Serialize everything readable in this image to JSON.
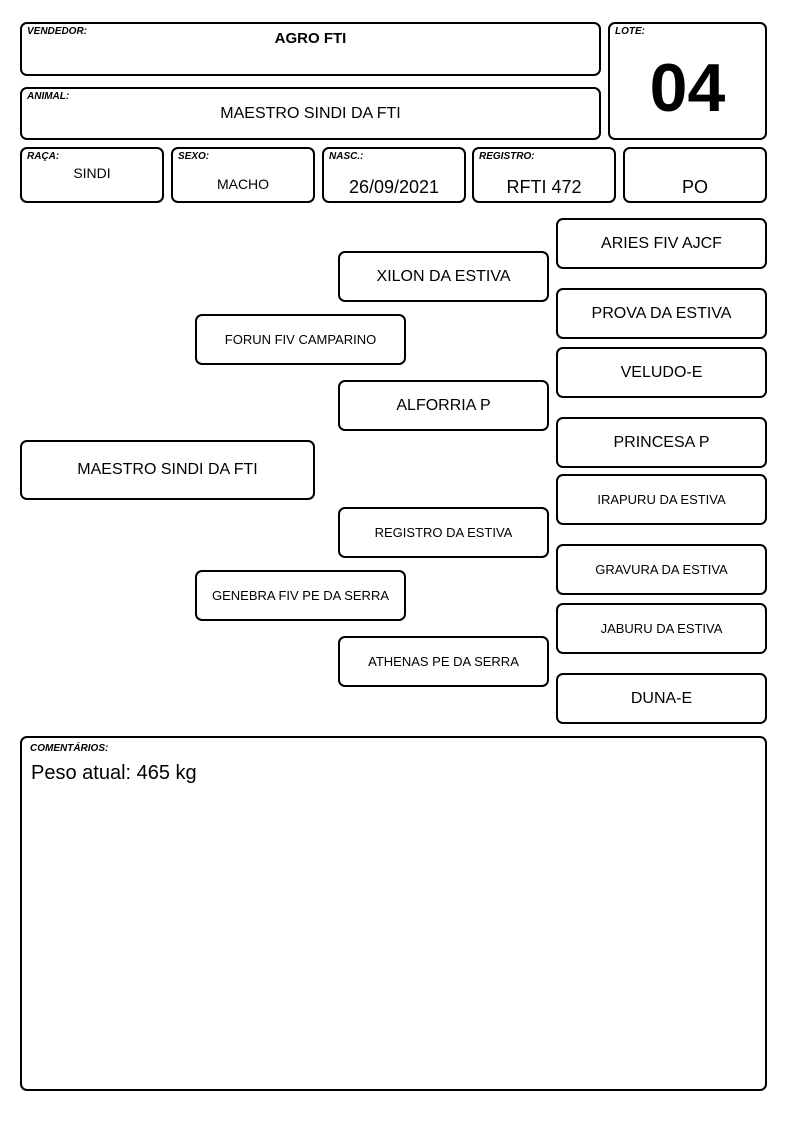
{
  "header": {
    "vendedor": {
      "label": "VENDEDOR:",
      "value": "AGRO FTI"
    },
    "animal": {
      "label": "ANIMAL:",
      "value": "MAESTRO SINDI DA FTI"
    },
    "lote": {
      "label": "LOTE:",
      "value": "04"
    }
  },
  "info": {
    "raca": {
      "label": "RAÇA:",
      "value": "SINDI"
    },
    "sexo": {
      "label": "SEXO:",
      "value": "MACHO"
    },
    "nasc": {
      "label": "NASC.:",
      "value": "26/09/2021"
    },
    "registro": {
      "label": "REGISTRO:",
      "value": "RFTI 472"
    },
    "tipo": {
      "value": "PO"
    }
  },
  "pedigree": {
    "animal": "MAESTRO SINDI DA FTI",
    "sire": "FORUN FIV CAMPARINO",
    "dam": "GENEBRA FIV PE DA SERRA",
    "paternal_grandsire": "XILON DA ESTIVA",
    "paternal_granddam": "ALFORRIA P",
    "maternal_grandsire": "REGISTRO DA ESTIVA",
    "maternal_granddam": "ATHENAS PE DA SERRA",
    "great_grandparents": [
      "ARIES FIV AJCF",
      "PROVA DA ESTIVA",
      "VELUDO-E",
      "PRINCESA P",
      "IRAPURU DA ESTIVA",
      "GRAVURA DA ESTIVA",
      "JABURU DA ESTIVA",
      "DUNA-E"
    ]
  },
  "comentarios": {
    "label": "COMENTÁRIOS:",
    "text": "Peso atual: 465 kg"
  }
}
